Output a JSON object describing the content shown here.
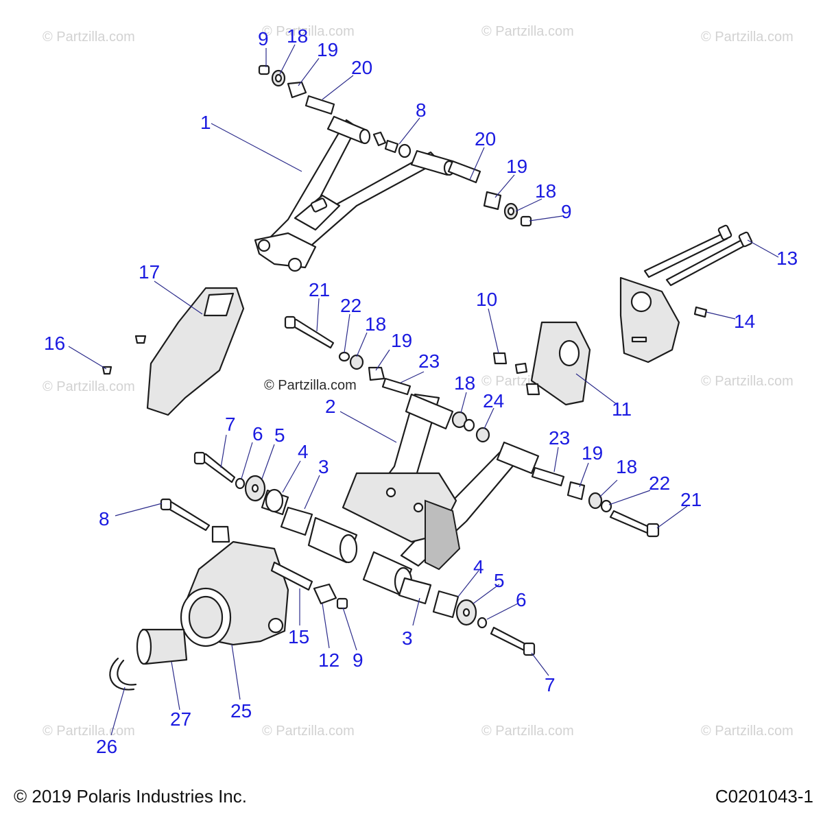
{
  "watermark": "© Partzilla.com",
  "watermark_center": "© Partzilla.com",
  "colors": {
    "callout": "#1a1ae0",
    "watermark": "#d2d2d2",
    "line": "#1c1c1c"
  },
  "callouts": [
    "9",
    "18",
    "19",
    "20",
    "8",
    "1",
    "20",
    "19",
    "18",
    "9",
    "13",
    "17",
    "21",
    "22",
    "18",
    "19",
    "23",
    "10",
    "14",
    "16",
    "11",
    "18",
    "24",
    "2",
    "7",
    "6",
    "5",
    "4",
    "3",
    "23",
    "19",
    "18",
    "22",
    "21",
    "8",
    "4",
    "5",
    "6",
    "3",
    "15",
    "12",
    "9",
    "7",
    "27",
    "25",
    "26"
  ],
  "footer": {
    "copyright": "© 2019 Polaris Industries Inc.",
    "drawing_code": "C0201043-1"
  }
}
